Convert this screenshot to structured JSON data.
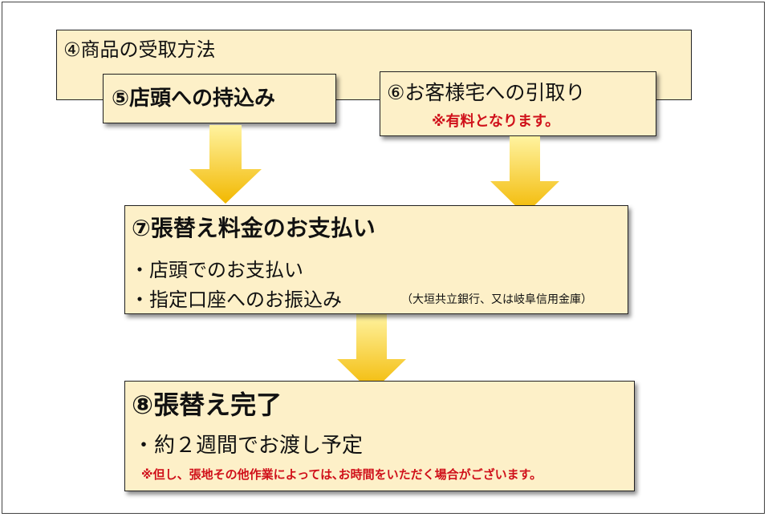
{
  "step4": {
    "title": "④商品の受取方法"
  },
  "step5": {
    "title": "⑤店頭への持込み"
  },
  "step6": {
    "title": "⑥お客様宅への引取り",
    "note": "※有料となります。"
  },
  "step7": {
    "title": "⑦張替え料金のお支払い",
    "item1": "・店頭でのお支払い",
    "item2": "・指定口座へのお振込み",
    "bank_note": "（大垣共立銀行、又は岐阜信用金庫）"
  },
  "step8": {
    "title": "⑧張替え完了",
    "item1": "・約２週間でお渡し予定",
    "note": "※但し、張地その他作業によっては､お時間をいただく場合がございます。"
  },
  "colors": {
    "box_fill": "#fdf0c8",
    "arrow_top": "#fff3a0",
    "arrow_bottom": "#f2b800",
    "note_red": "#d0101a"
  }
}
